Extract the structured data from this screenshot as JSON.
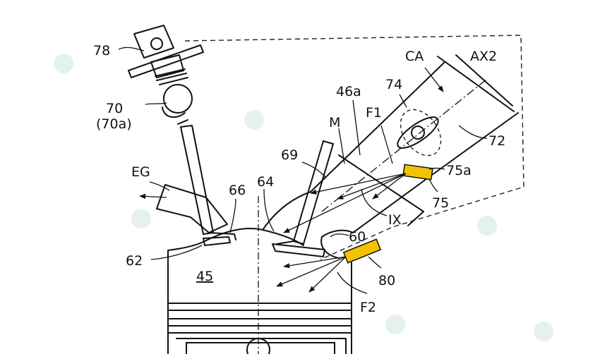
{
  "labels": {
    "l78": "78",
    "l70": "70",
    "l70a": "(70a)",
    "lEG": "EG",
    "l66": "66",
    "l64": "64",
    "l62": "62",
    "l45": "45",
    "l69": "69",
    "lM": "M",
    "l46a": "46a",
    "lF1": "F1",
    "l74": "74",
    "lCA": "CA",
    "lAX2": "AX2",
    "l72": "72",
    "l75a": "75a",
    "l75": "75",
    "lIX": "IX",
    "l60": "60",
    "l80": "80",
    "lF2": "F2"
  },
  "colors": {
    "injector": "#f2c300",
    "line": "#111111"
  }
}
